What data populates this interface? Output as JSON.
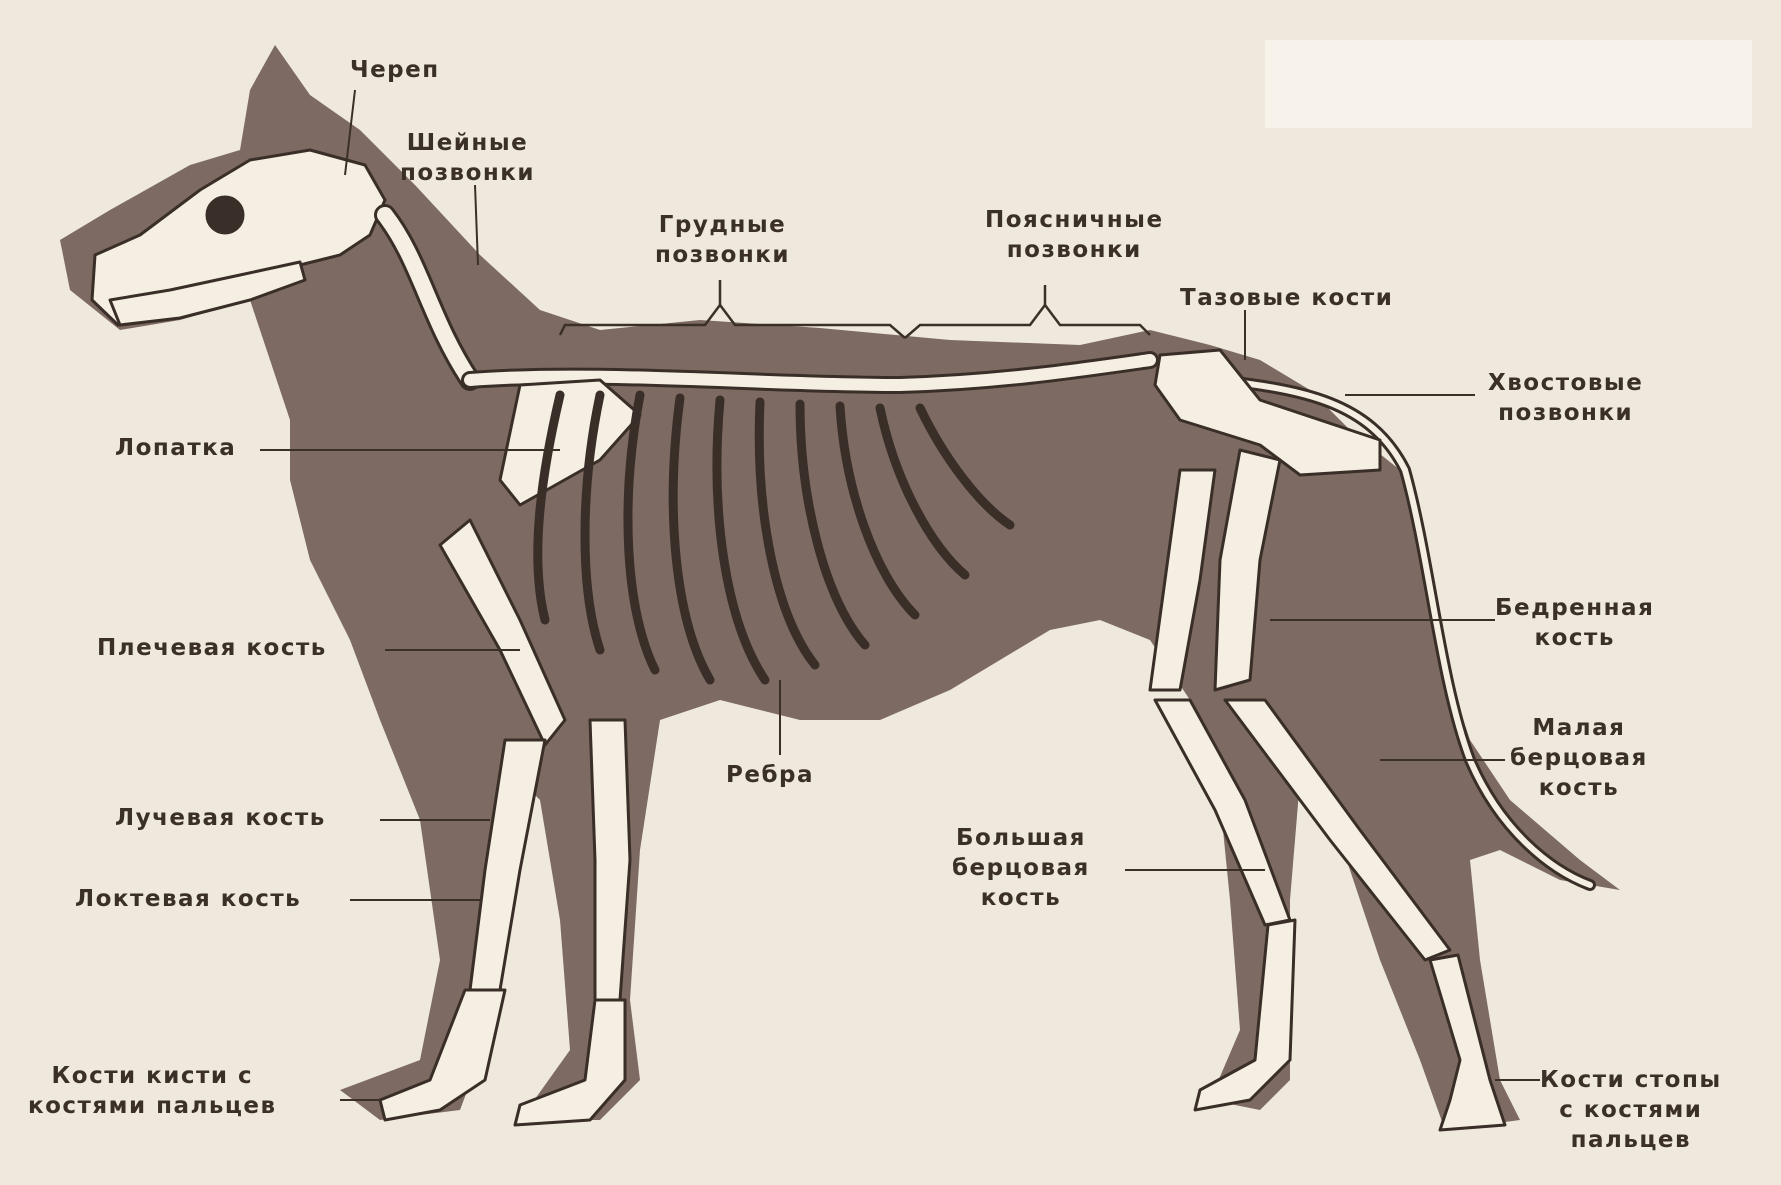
{
  "labels": {
    "skull": [
      "Череп"
    ],
    "cervical": [
      "Шейные",
      "позвонки"
    ],
    "thoracic": [
      "Грудные",
      "позвонки"
    ],
    "lumbar": [
      "Поясничные",
      "позвонки"
    ],
    "pelvic": [
      "Тазовые кости"
    ],
    "caudal": [
      "Хвостовые",
      "позвонки"
    ],
    "scapula": [
      "Лопатка"
    ],
    "humerus": [
      "Плечевая кость"
    ],
    "ribs": [
      "Ребра"
    ],
    "radius": [
      "Лучевая кость"
    ],
    "ulna": [
      "Локтевая кость"
    ],
    "hand": [
      "Кости кисти с",
      "костями пальцев"
    ],
    "femur": [
      "Бедренная",
      "кость"
    ],
    "fibula": [
      "Малая",
      "берцовая",
      "кость"
    ],
    "tibia": [
      "Большая",
      "берцовая",
      "кость"
    ],
    "foot": [
      "Кости стопы",
      "с костями",
      "пальцев"
    ]
  },
  "colors": {
    "paper": "#efe9dd",
    "silhouette": "#7d6a63",
    "bone": "#f4efe2",
    "bone_outline": "#3a2e28",
    "ink": "#3b3028"
  }
}
